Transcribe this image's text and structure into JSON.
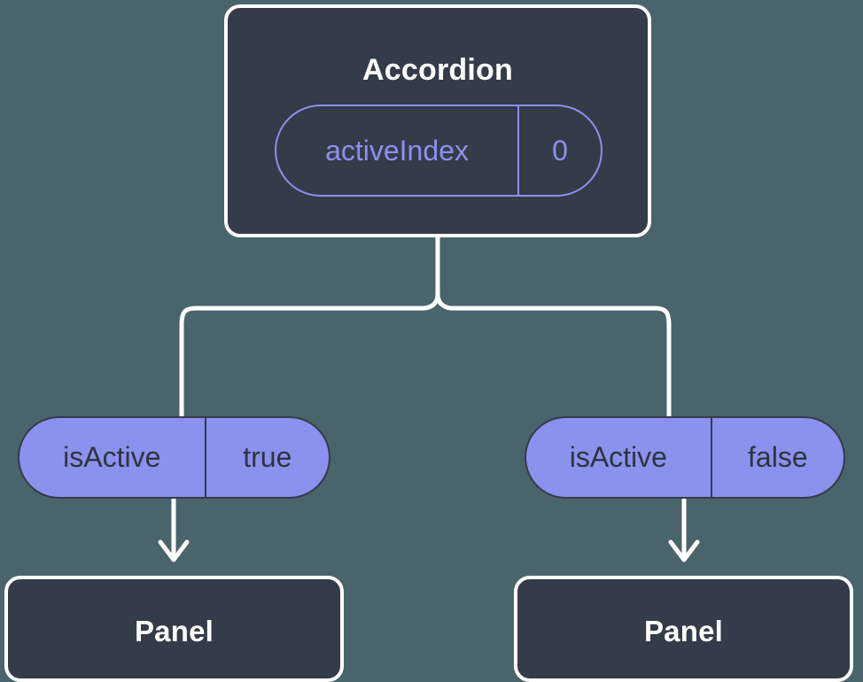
{
  "diagram": {
    "type": "component-state-flow",
    "background_color": "#4a646c",
    "node_fill_color": "#343b49",
    "node_border_color": "#ffffff",
    "accent_color": "#8b91ed",
    "connector_color": "#ffffff"
  },
  "root": {
    "title": "Accordion",
    "state": {
      "key": "activeIndex",
      "value": "0"
    }
  },
  "branches": [
    {
      "prop": {
        "key": "isActive",
        "value": "true"
      },
      "child": {
        "title": "Panel"
      }
    },
    {
      "prop": {
        "key": "isActive",
        "value": "false"
      },
      "child": {
        "title": "Panel"
      }
    }
  ]
}
